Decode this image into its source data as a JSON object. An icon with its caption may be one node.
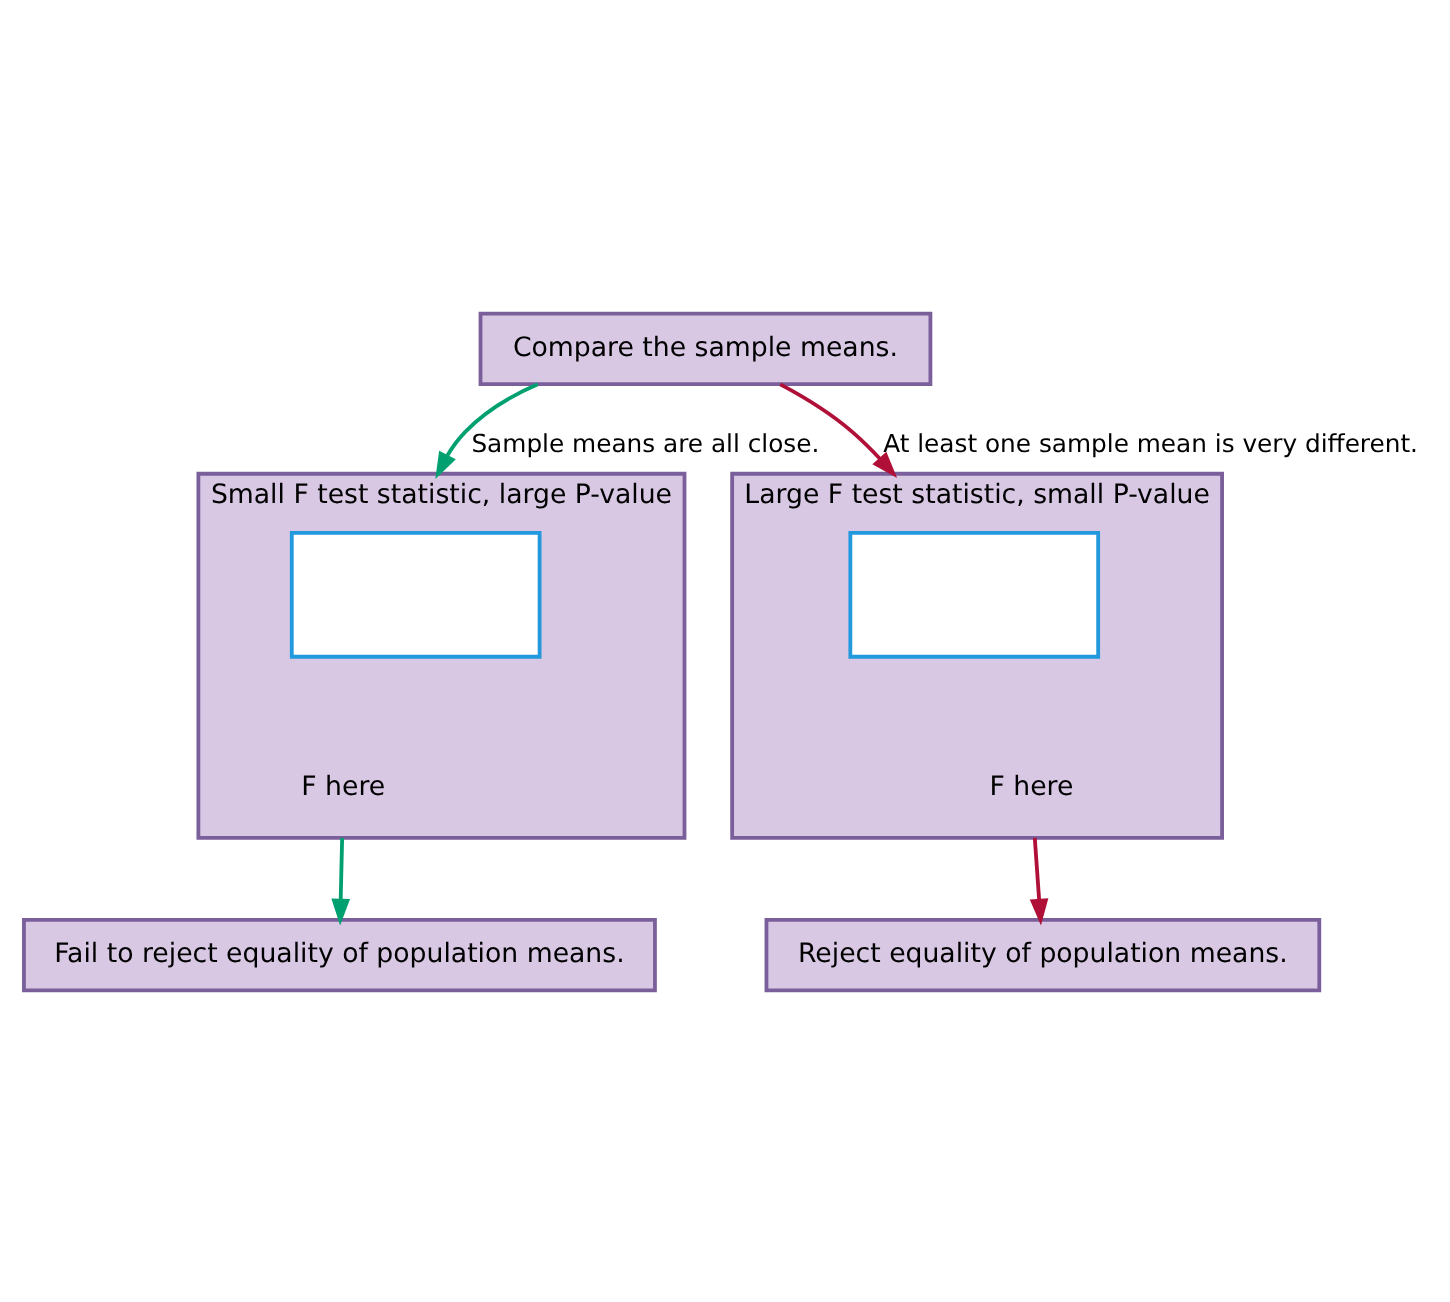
{
  "diagram": {
    "nodes": [
      {
        "text": [
          "Compare the sample means."
        ]
      },
      {
        "text": [
          "Small F test statistic, large P-value"
        ]
      },
      {
        "text": [],
        "shape": "box",
        "in": 1
      },
      {
        "text": [
          "Large F test statistic, small P-value"
        ]
      },
      {
        "text": [],
        "shape": "box",
        "in": 3
      },
      {
        "text": [
          "Fail to reject equality of population means."
        ]
      },
      {
        "text": [
          "Reject equality of population means."
        ]
      }
    ],
    "edges": [
      {
        "from": 0,
        "to": 1,
        "arrow": "to",
        "label": "Sample means are all close.",
        "color": "#00a070"
      },
      {
        "from": 0,
        "to": 3,
        "arrow": "to",
        "label": "At least one sample mean is very different.",
        "color": "#b01038"
      },
      {
        "from": 1,
        "to": 5,
        "arrow": "to",
        "color": "#00a070"
      },
      {
        "from": 3,
        "to": 6,
        "arrow": "to",
        "color": "#b01038"
      }
    ],
    "labels": [
      "F here",
      "F here"
    ]
  }
}
